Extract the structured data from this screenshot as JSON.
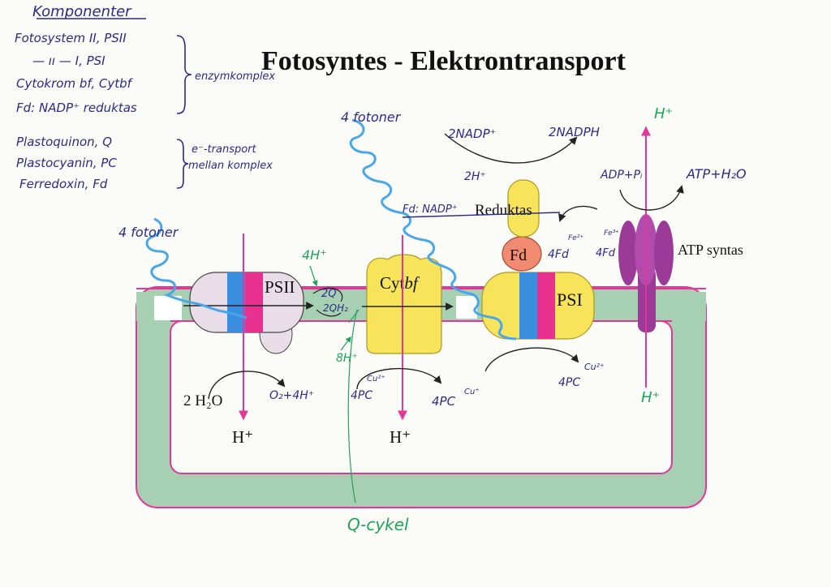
{
  "title": "Fotosyntes - Elektrontransport",
  "notes": {
    "heading": "Komponenter",
    "lines": [
      "Fotosystem II, PSII",
      "— ıı — I, PSI",
      "Cytokrom bf, Cytbf",
      "Fd: NADP⁺ reduktas",
      "Plastoquinon, Q",
      "Plastocyanin, PC",
      "Ferredoxin, Fd"
    ],
    "group1_label": "enzymkomplex",
    "group2_label_line1": "e⁻-transport",
    "group2_label_line2": "mellan komplex"
  },
  "complexes": {
    "psii": "PSII",
    "cytbf_prefix": "Cyt",
    "cytbf_suffix": "bf",
    "psi": "PSI",
    "fd": "Fd",
    "reduktas": "Reduktas",
    "atp_syntas": "ATP syntas"
  },
  "printed_labels": {
    "water": "2 H₂O",
    "h_left": "H⁺",
    "h_mid": "H⁺"
  },
  "annotations": {
    "photons_left": "4 fotoner",
    "photons_mid": "4 fotoner",
    "nadp": "2NADP⁺",
    "nadph": "2NADPH",
    "two_h": "2H⁺",
    "fd_label": "Fd: NADP⁺",
    "adp": "ADP+Pᵢ",
    "atp": "ATP+H₂O",
    "h_top": "H⁺",
    "h_bottom": "H⁺",
    "four_h_green": "4H⁺",
    "eight_h_green": "8H⁺",
    "two_q": "2Q",
    "two_qh2": "2QH₂",
    "o2": "O₂+4H⁺",
    "four_pc_left": "4PC",
    "cu_left": "Cu²⁺",
    "four_pc_mid": "4PC",
    "cu_mid": "Cu⁺",
    "four_pc_right": "4PC",
    "cu_right": "Cu²⁺",
    "four_fd_left": "4Fd",
    "fe_left": "Fe²⁺",
    "four_fd_right": "4Fd",
    "fe_right": "Fe³⁺",
    "q_cykel": "Q-cykel"
  },
  "colors": {
    "membrane_green": "#a7cfb1",
    "membrane_line": "#e1379a",
    "psii_body": "#e9dde8",
    "yellow": "#f7e45a",
    "blue": "#3b8ee0",
    "magenta": "#e8308f",
    "fd": "#f08a70",
    "atp_purple": "#9c3a98",
    "photon": "#4aa6e6",
    "ink": "#2d2a86",
    "green_ink": "#1fa25a"
  }
}
